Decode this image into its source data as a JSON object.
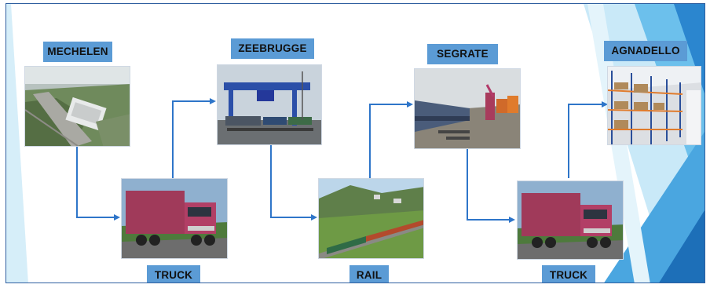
{
  "nodes": {
    "mechelen": "MECHELEN",
    "zeebrugge": "ZEEBRUGGE",
    "segrate": "SEGRATE",
    "agnadello": "AGNADELLO"
  },
  "transport": {
    "truck1": "TRUCK",
    "rail": "RAIL",
    "truck2": "TRUCK"
  },
  "colors": {
    "label_bg": "#5b9bd5",
    "arrow": "#2e75c9",
    "deco_light": "#bfe3f6",
    "deco_mid": "#5fb3e6",
    "deco_dark": "#1f7ac6"
  }
}
